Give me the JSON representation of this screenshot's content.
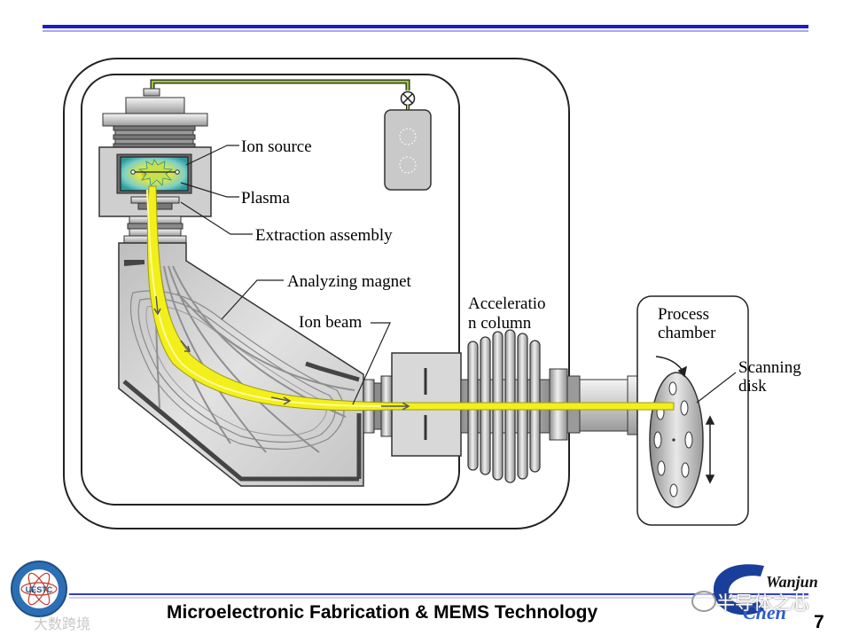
{
  "labels": {
    "ion_source": "Ion source",
    "plasma": "Plasma",
    "extraction_assembly": "Extraction assembly",
    "analyzing_magnet": "Analyzing magnet",
    "ion_beam": "Ion beam",
    "acceleration_column_line1": "Acceleratio",
    "acceleration_column_line2": "n column",
    "process_chamber_line1": "Process",
    "process_chamber_line2": "chamber",
    "scanning_disk_line1": "Scanning",
    "scanning_disk_line2": "disk"
  },
  "footer": {
    "title": "Microelectronic Fabrication & MEMS Technology",
    "page_number": "7",
    "logo_text": "UESTC",
    "author_signature": "Wanjun",
    "brand_mark": "Chen",
    "watermark_left": "大数跨境",
    "watermark_right": "半导体之芯"
  },
  "colors": {
    "header_rule": "#1c1ccf",
    "beam": "#f2ef1a",
    "footer_rule": "#2f3fc9"
  }
}
